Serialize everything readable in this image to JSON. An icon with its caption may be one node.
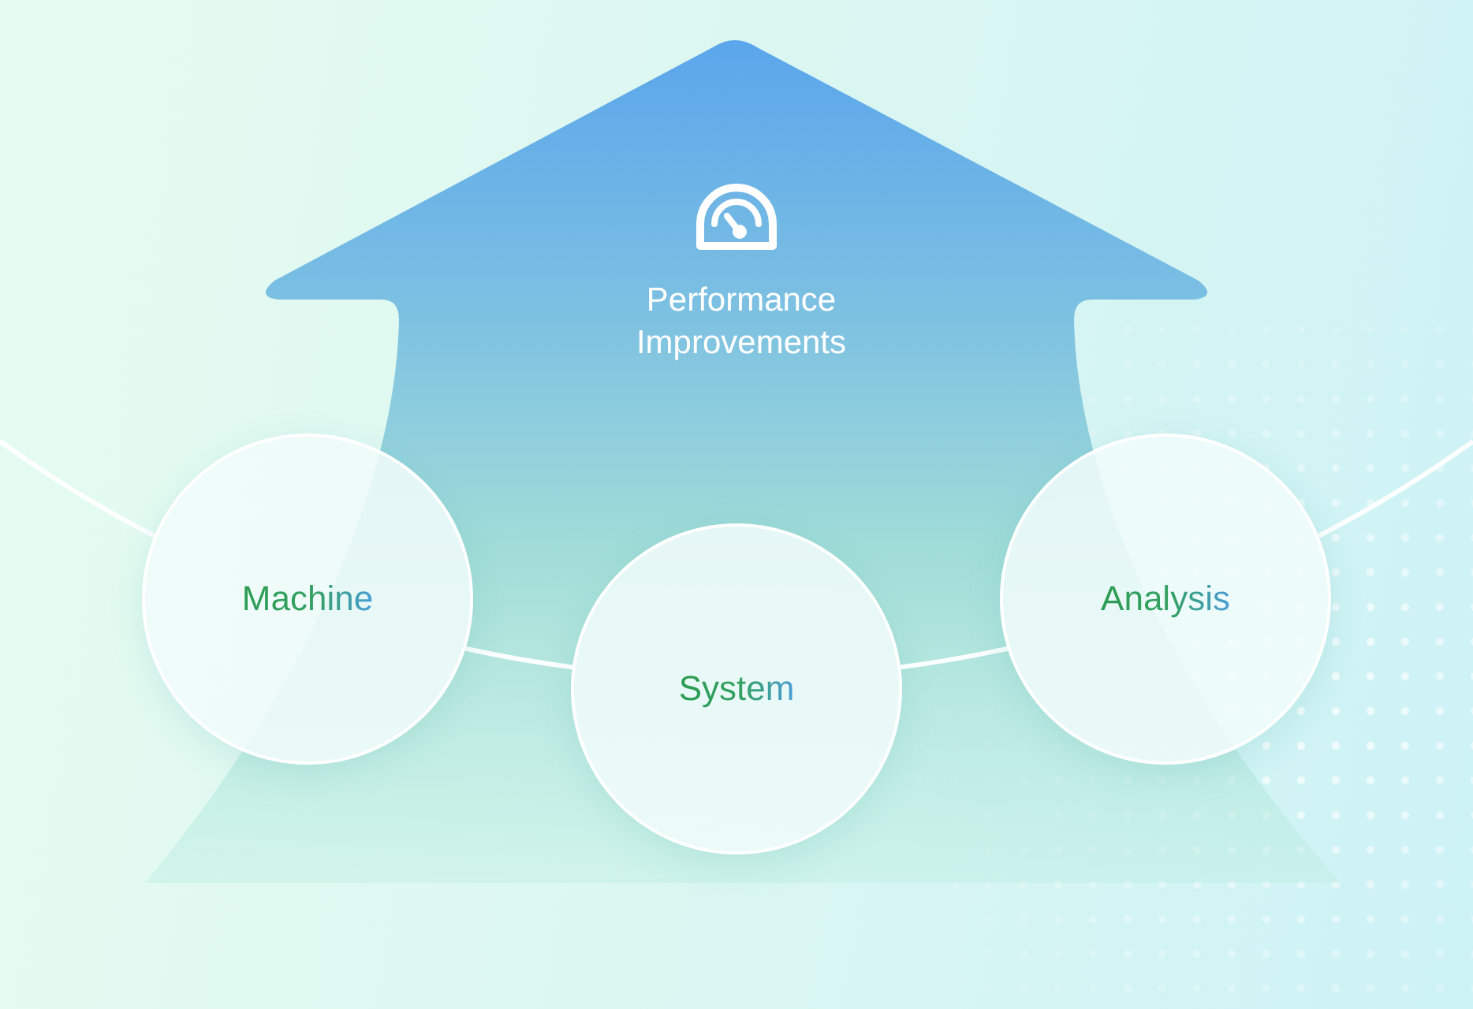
{
  "diagram": {
    "nodes": [
      {
        "text": [
          "Performance Improvements"
        ]
      },
      {
        "text": [
          "Machine"
        ]
      },
      {
        "text": [
          "System"
        ],
        "in": 0
      },
      {
        "text": [
          "Analysis"
        ]
      }
    ],
    "edges": [
      {
        "from": null,
        "to": 1,
        "arrow": "none"
      },
      {
        "from": 1,
        "to": 2,
        "arrow": "none"
      },
      {
        "from": 2,
        "to": 3,
        "arrow": "none"
      },
      {
        "from": 3,
        "to": null,
        "arrow": "none"
      }
    ]
  }
}
